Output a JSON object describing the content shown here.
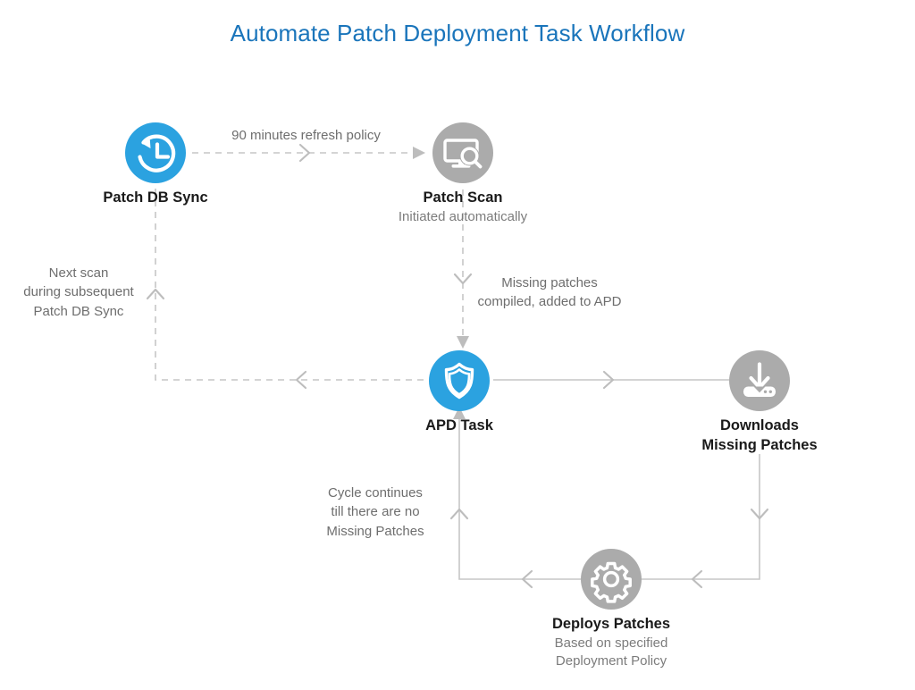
{
  "title": "Automate Patch Deployment Task Workflow",
  "theme": {
    "title_color": "#1A75BB",
    "accent_blue": "#2BA2E0",
    "node_gray": "#ABABAB",
    "connector_gray": "#C6C6C6",
    "text_dark": "#1A1A1A",
    "text_muted": "#6E6E6E",
    "background": "#FFFFFF"
  },
  "nodes": [
    {
      "id": "patch-db-sync",
      "icon": "clock-history-icon",
      "color": "blue",
      "label": "Patch DB Sync",
      "sublabel": ""
    },
    {
      "id": "patch-scan",
      "icon": "monitor-search-icon",
      "color": "gray",
      "label": "Patch Scan",
      "sublabel": "Initiated automatically"
    },
    {
      "id": "apd-task",
      "icon": "shield-icon",
      "color": "blue",
      "label": "APD Task",
      "sublabel": ""
    },
    {
      "id": "downloads-missing-patches",
      "icon": "download-drive-icon",
      "color": "gray",
      "label_line1": "Downloads",
      "label_line2": "Missing Patches",
      "sublabel": ""
    },
    {
      "id": "deploys-patches",
      "icon": "gear-icon",
      "color": "gray",
      "label": "Deploys Patches",
      "sublabel_line1": "Based on specified",
      "sublabel_line2": "Deployment Policy"
    }
  ],
  "edges": [
    {
      "id": "sync-to-scan",
      "from": "patch-db-sync",
      "to": "patch-scan",
      "style": "dashed",
      "caption": "90 minutes refresh policy"
    },
    {
      "id": "scan-to-apd",
      "from": "patch-scan",
      "to": "apd-task",
      "style": "dashed",
      "caption_line1": "Missing patches",
      "caption_line2": "compiled, added to APD"
    },
    {
      "id": "apd-to-sync",
      "from": "apd-task",
      "to": "patch-db-sync",
      "style": "dashed",
      "caption_line1": "Next scan",
      "caption_line2": "during subsequent",
      "caption_line3": "Patch DB Sync"
    },
    {
      "id": "apd-to-downloads",
      "from": "apd-task",
      "to": "downloads-missing-patches",
      "style": "solid",
      "caption": ""
    },
    {
      "id": "downloads-to-deploys",
      "from": "downloads-missing-patches",
      "to": "deploys-patches",
      "style": "solid",
      "caption": ""
    },
    {
      "id": "deploys-to-apd",
      "from": "deploys-patches",
      "to": "apd-task",
      "style": "solid",
      "caption_line1": "Cycle continues",
      "caption_line2": "till there are no",
      "caption_line3": "Missing Patches"
    }
  ]
}
